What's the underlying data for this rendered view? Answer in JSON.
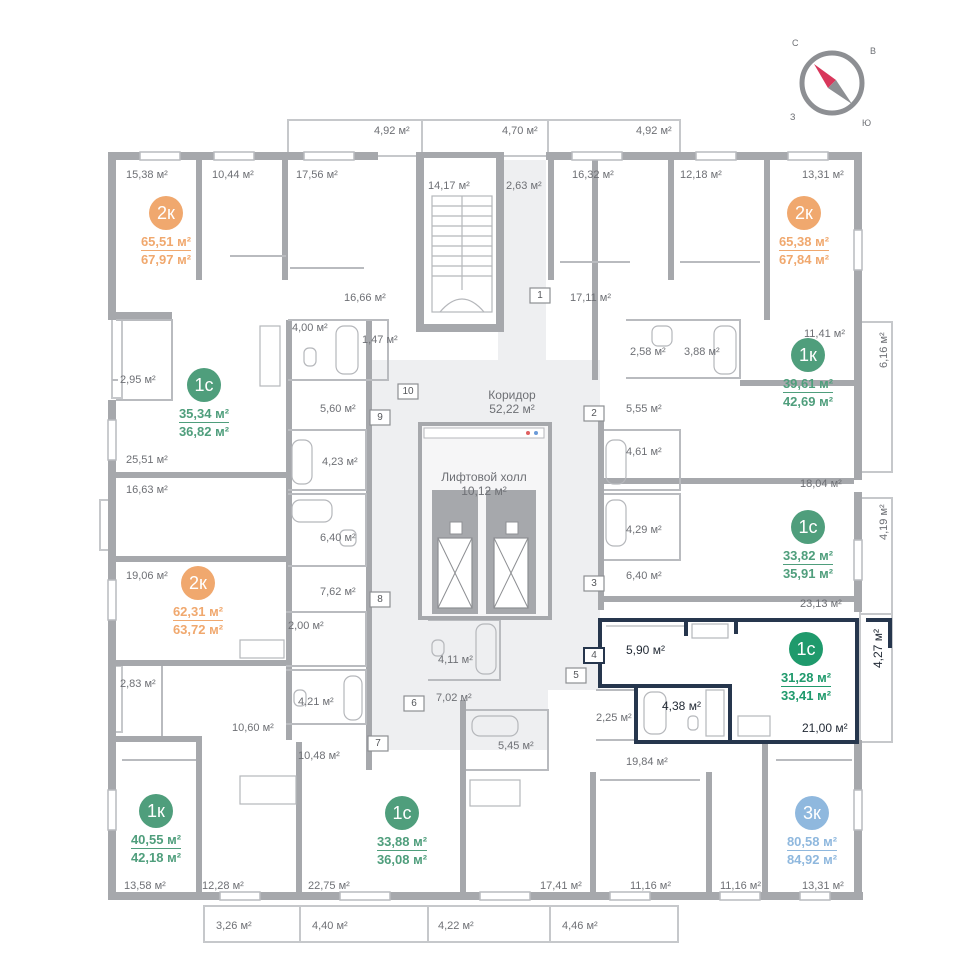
{
  "colors": {
    "two_room": "#f0a86e",
    "studio": "#4f9e7c",
    "three_room": "#8fb8de",
    "selected_text": "#1f9a6c",
    "wall": "#a6a8ac",
    "selected_wall": "#26364d"
  },
  "compass": {
    "n": "С",
    "e": "В",
    "s": "Ю",
    "w": "З"
  },
  "units": [
    {
      "id": "nw-2k",
      "type": "2к",
      "area": "65,51 м²",
      "total": "67,97 м²",
      "color": "#f0a86e"
    },
    {
      "id": "ne-2k",
      "type": "2к",
      "area": "65,38 м²",
      "total": "67,84 м²",
      "color": "#f0a86e"
    },
    {
      "id": "w-1c-top",
      "type": "1с",
      "area": "35,34 м²",
      "total": "36,82 м²",
      "color": "#4f9e7c"
    },
    {
      "id": "e-1k",
      "type": "1к",
      "area": "39,61 м²",
      "total": "42,69 м²",
      "color": "#4f9e7c"
    },
    {
      "id": "e-1c",
      "type": "1с",
      "area": "33,82 м²",
      "total": "35,91 м²",
      "color": "#4f9e7c"
    },
    {
      "id": "w-2k",
      "type": "2к",
      "area": "62,31 м²",
      "total": "63,72 м²",
      "color": "#f0a86e"
    },
    {
      "id": "selected-1c",
      "type": "1с",
      "area": "31,28 м²",
      "total": "33,41 м²",
      "color": "#4f9e7c"
    },
    {
      "id": "sw-1k",
      "type": "1к",
      "area": "40,55 м²",
      "total": "42,18 м²",
      "color": "#4f9e7c"
    },
    {
      "id": "s-1c",
      "type": "1с",
      "area": "33,88 м²",
      "total": "36,08 м²",
      "color": "#4f9e7c"
    },
    {
      "id": "se-3k",
      "type": "3к",
      "area": "80,58 м²",
      "total": "84,92 м²",
      "color": "#8fb8de"
    }
  ],
  "halls": {
    "corridor": {
      "name": "Коридор",
      "area": "52,22 м²"
    },
    "lift_hall": {
      "name": "Лифтовой холл",
      "area": "10,12 м²"
    }
  },
  "numbers": [
    "1",
    "2",
    "3",
    "4",
    "5",
    "6",
    "7",
    "8",
    "9",
    "10"
  ],
  "rooms": {
    "balc_top_w": "4,92 м²",
    "balc_top_c": "4,70 м²",
    "balc_top_e": "4,92 м²",
    "r1538": "15,38 м²",
    "r1044": "10,44 м²",
    "r1756": "17,56 м²",
    "r1417": "14,17 м²",
    "r263": "2,63 м²",
    "r1632": "16,32 м²",
    "r1218": "12,18 м²",
    "r1331t": "13,31 м²",
    "r1666": "16,66 м²",
    "r1711": "17,11 м²",
    "r400": "4,00 м²",
    "r147": "1,47 м²",
    "r258": "2,58 м²",
    "r388": "3,88 м²",
    "r1141": "11,41 м²",
    "r616": "6,16 м²",
    "r295": "2,95 м²",
    "r560": "5,60 м²",
    "r555": "5,55 м²",
    "r2551": "25,51 м²",
    "r423": "4,23 м²",
    "r461": "4,61 м²",
    "r1804": "18,04 м²",
    "r1663": "16,63 м²",
    "r640w": "6,40 м²",
    "r429": "4,29 м²",
    "r419": "4,19 м²",
    "r640e": "6,40 м²",
    "r1906": "19,06 м²",
    "r762": "7,62 м²",
    "r2313": "23,13 м²",
    "r200": "2,00 м²",
    "r590": "5,90 м²",
    "r427": "4,27 м²",
    "r411": "4,11 м²",
    "r283": "2,83 м²",
    "r421": "4,21 м²",
    "r702": "7,02 м²",
    "r225": "2,25 м²",
    "r438": "4,38 м²",
    "r2100": "21,00 м²",
    "r1060": "10,60 м²",
    "r1048": "10,48 м²",
    "r545": "5,45 м²",
    "r1984": "19,84 м²",
    "r1358": "13,58 м²",
    "r1228": "12,28 м²",
    "r2275": "22,75 м²",
    "r1741": "17,41 м²",
    "r1116a": "11,16 м²",
    "r1116b": "11,16 м²",
    "r1331b": "13,31 м²",
    "r326": "3,26 м²",
    "r440": "4,40 м²",
    "r422": "4,22 м²",
    "r446": "4,46 м²"
  }
}
